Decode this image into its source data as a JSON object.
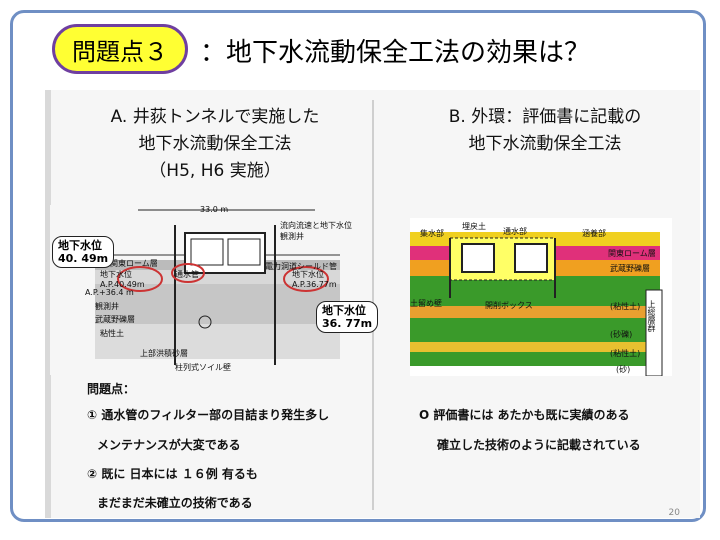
{
  "header": {
    "badge": "問題点３",
    "title": "：地下水流動保全工法の効果は？"
  },
  "panelA": {
    "title_lines": [
      "A.  井荻トンネルで実施した",
      "地下水流動保全工法",
      "（H5, H6 実施）"
    ],
    "diagram": {
      "width_label": "33.0 m",
      "top_note": "流向流速と地下水位\n観測井",
      "callout_left": "地下水位\n40. 49m",
      "callout_right": "地下水位\n36. 77m",
      "left_level": "地下水位\nA.P.40.49m",
      "right_level": "地下水位\nA.P.36.77m",
      "ap_label": "A.P.+36.4 m",
      "water_pipe": "通水管",
      "shield_pipe": "電力洞道シールド管",
      "soil_loam": "関東ローム層",
      "soil_well": "観測井",
      "soil_gravel": "武蔵野礫層",
      "soil_silt": "粘性土",
      "soil_sand": "上部洪積砂層",
      "bottom_note": "柱列式ソイル壁"
    },
    "issues_heading": "問題点：",
    "issues": [
      "① 通水管のフィルター部の目詰まり発生多し",
      "メンテナンスが大変である",
      "② 既に  日本には  １６例 有るも",
      "まだまだ未確立の技術である"
    ]
  },
  "panelB": {
    "title_lines": [
      "B.  外環：評価書に記載の",
      "地下水流動保全工法"
    ],
    "diagram": {
      "fill_soil": "埋戻土",
      "collect": "集水部",
      "pass": "通水部",
      "recharge": "涵養部",
      "retaining": "土留め壁",
      "box": "開削ボックス",
      "loam": "関東ローム層",
      "gravel": "武蔵野礫層",
      "clay1": "(粘性土)",
      "sand1": "(砂礫)",
      "clay2": "(粘性土)",
      "sand2": "(砂)",
      "right_band": "上総層群"
    },
    "notes": [
      "O  評価書には  あたかも既に実績のある",
      "確立した技術のように記載されている"
    ]
  },
  "footer": {
    "page": "20"
  },
  "colors": {
    "frame": "#6f8fc4",
    "badge_fill": "#ffff33",
    "badge_border": "#6f3fa0",
    "loam": "#e0307a",
    "gravel": "#f0a020",
    "clay": "#3a9a2a"
  }
}
